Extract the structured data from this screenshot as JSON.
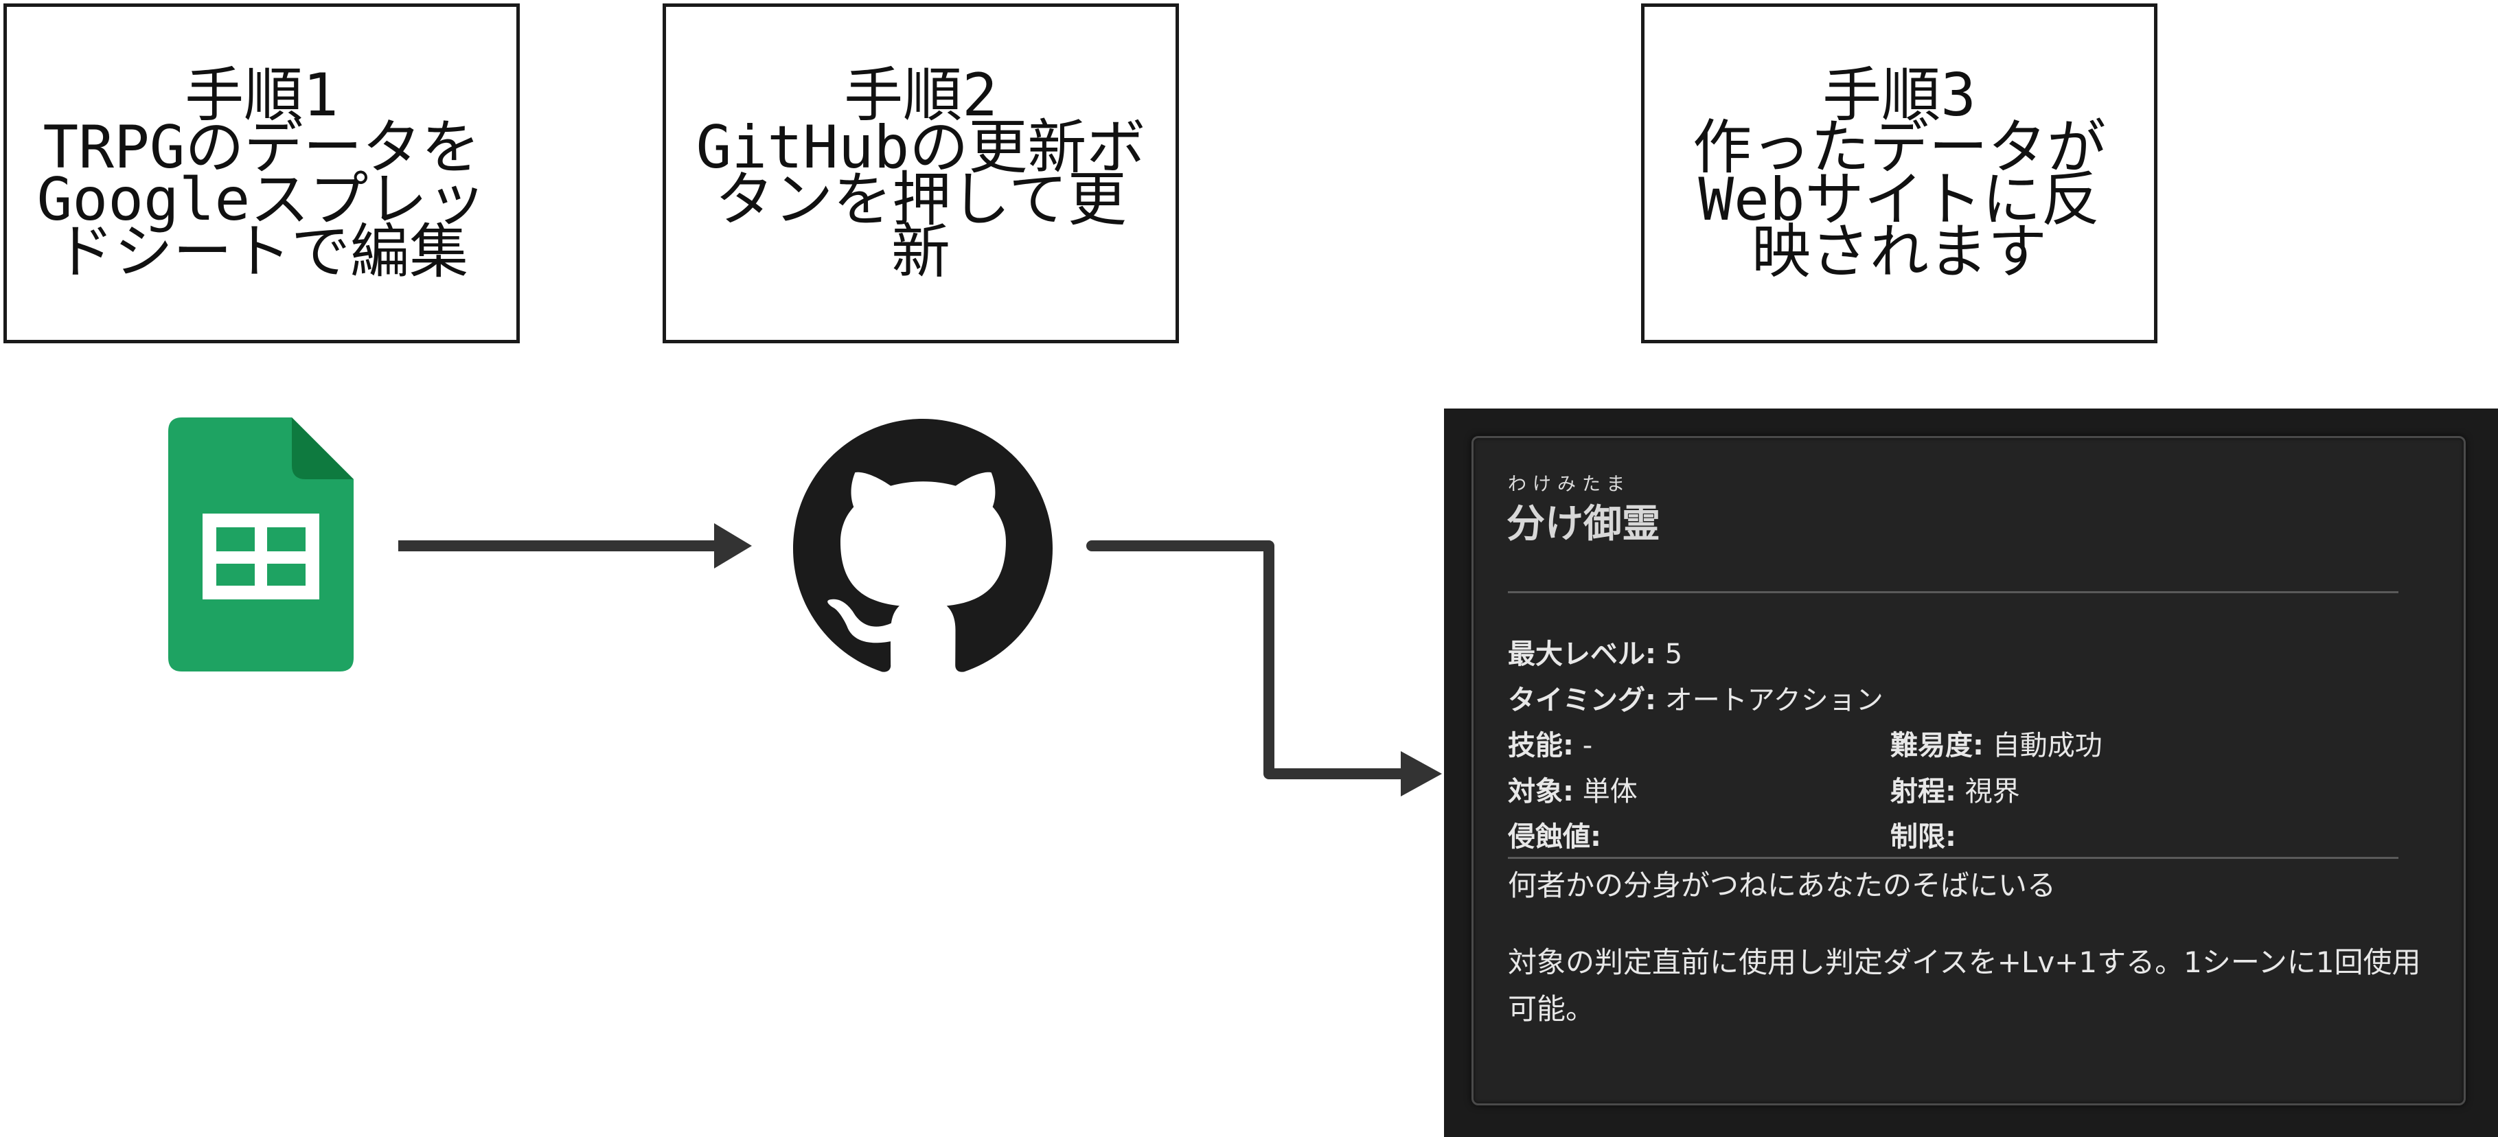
{
  "steps": [
    {
      "lines": [
        "手順1",
        "TRPGのデータを",
        "Googleスプレッ",
        "ドシートで編集"
      ]
    },
    {
      "lines": [
        "手順2",
        "GitHubの更新ボ",
        "タンを押して更",
        "新"
      ]
    },
    {
      "lines": [
        "手順3",
        "作ったデータが",
        "Webサイトに反",
        "映されます"
      ]
    }
  ],
  "icons": {
    "sheets": "google-sheets-icon",
    "github": "github-octocat-icon"
  },
  "colors": {
    "sheets_green": "#1ea362",
    "sheets_fold": "#0e7a3f",
    "arrow": "#333333",
    "card_bg": "#232323",
    "card_text": "#e8e8e8"
  },
  "card": {
    "ruby": "わけみたま",
    "title": "分け御霊",
    "max_level_label": "最大レベル:",
    "max_level_value": "5",
    "timing_label": "タイミング:",
    "timing_value": "オートアクション",
    "skill_label": "技能:",
    "skill_value": "-",
    "difficulty_label": "難易度:",
    "difficulty_value": "自動成功",
    "target_label": "対象:",
    "target_value": "単体",
    "range_label": "射程:",
    "range_value": "視界",
    "erosion_label": "侵蝕値:",
    "erosion_value": "",
    "limit_label": "制限:",
    "limit_value": "",
    "flavor": "何者かの分身がつねにあなたのそばにいる",
    "effect": "対象の判定直前に使用し判定ダイスを+Lv+1する。1シーンに1回使用可能。"
  }
}
